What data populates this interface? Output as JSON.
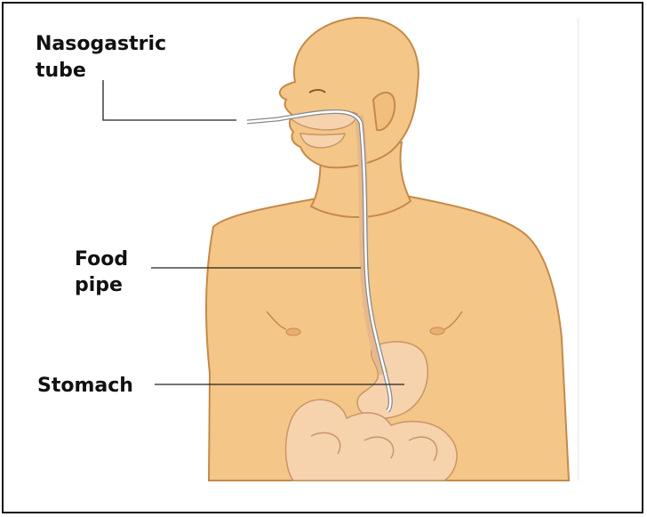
{
  "labels": {
    "nasogastric_line1": "Nasogastric",
    "nasogastric_line2": "tube",
    "food_line1": "Food",
    "food_line2": "pipe",
    "stomach": "Stomach"
  },
  "colors": {
    "skin": "#f4c687",
    "skin_shadow": "#e7b06c",
    "outline": "#c48a4a",
    "organ": "#f6d2ad",
    "organ_outline": "#c9966a",
    "tube": "#ffffff",
    "tube_outline": "#8a8a8a",
    "leader": "#222222"
  }
}
